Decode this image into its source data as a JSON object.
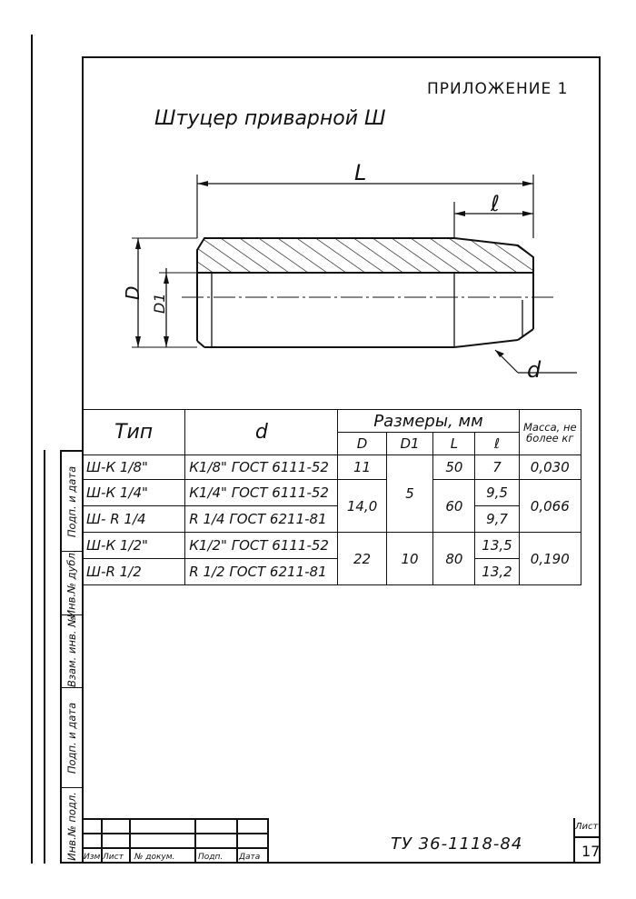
{
  "header": {
    "appendix": "ПРИЛОЖЕНИЕ 1",
    "title": "Штуцер приварной Ш"
  },
  "drawing": {
    "dim_L": "L",
    "dim_l": "ℓ",
    "dim_D": "D",
    "dim_D1": "D1",
    "dim_d": "d"
  },
  "table": {
    "col_type": "Тип",
    "col_d": "d",
    "col_sizes": "Размеры, мм",
    "col_mass": "Масса, не более кг",
    "sub_D": "D",
    "sub_D1": "D1",
    "sub_L": "L",
    "sub_l": "ℓ",
    "rows": [
      {
        "type": "Ш-К 1/8\"",
        "d": "К1/8\" ГОСТ 6111-52",
        "D": "11",
        "D1": "5",
        "L": "50",
        "l": "7",
        "mass": "0,030"
      },
      {
        "type": "Ш-К 1/4\"",
        "d": "К1/4\" ГОСТ 6111-52",
        "D": "14,0",
        "L": "60",
        "l": "9,5",
        "mass": "0,066"
      },
      {
        "type": "Ш- R 1/4",
        "d": "R 1/4 ГОСТ 6211-81",
        "l": "9,7"
      },
      {
        "type": "Ш-К 1/2\"",
        "d": "К1/2\" ГОСТ 6111-52",
        "D": "22",
        "D1": "10",
        "L": "80",
        "l": "13,5",
        "mass": "0,190"
      },
      {
        "type": "Ш-R 1/2",
        "d": "R 1/2 ГОСТ 6211-81",
        "l": "13,2"
      }
    ]
  },
  "side_labels": [
    "Подп. и дата",
    "Инв.№ дубл.",
    "Взам. инв. №",
    "Подп. и дата",
    "Инв.№ подл."
  ],
  "stamp": {
    "doc_number": "ТУ 36-1118-84",
    "sheet_label": "Лист",
    "sheet_number": "17",
    "col_labels": [
      "Изм",
      "Лист",
      "№ докум.",
      "Подп.",
      "Дата"
    ]
  }
}
